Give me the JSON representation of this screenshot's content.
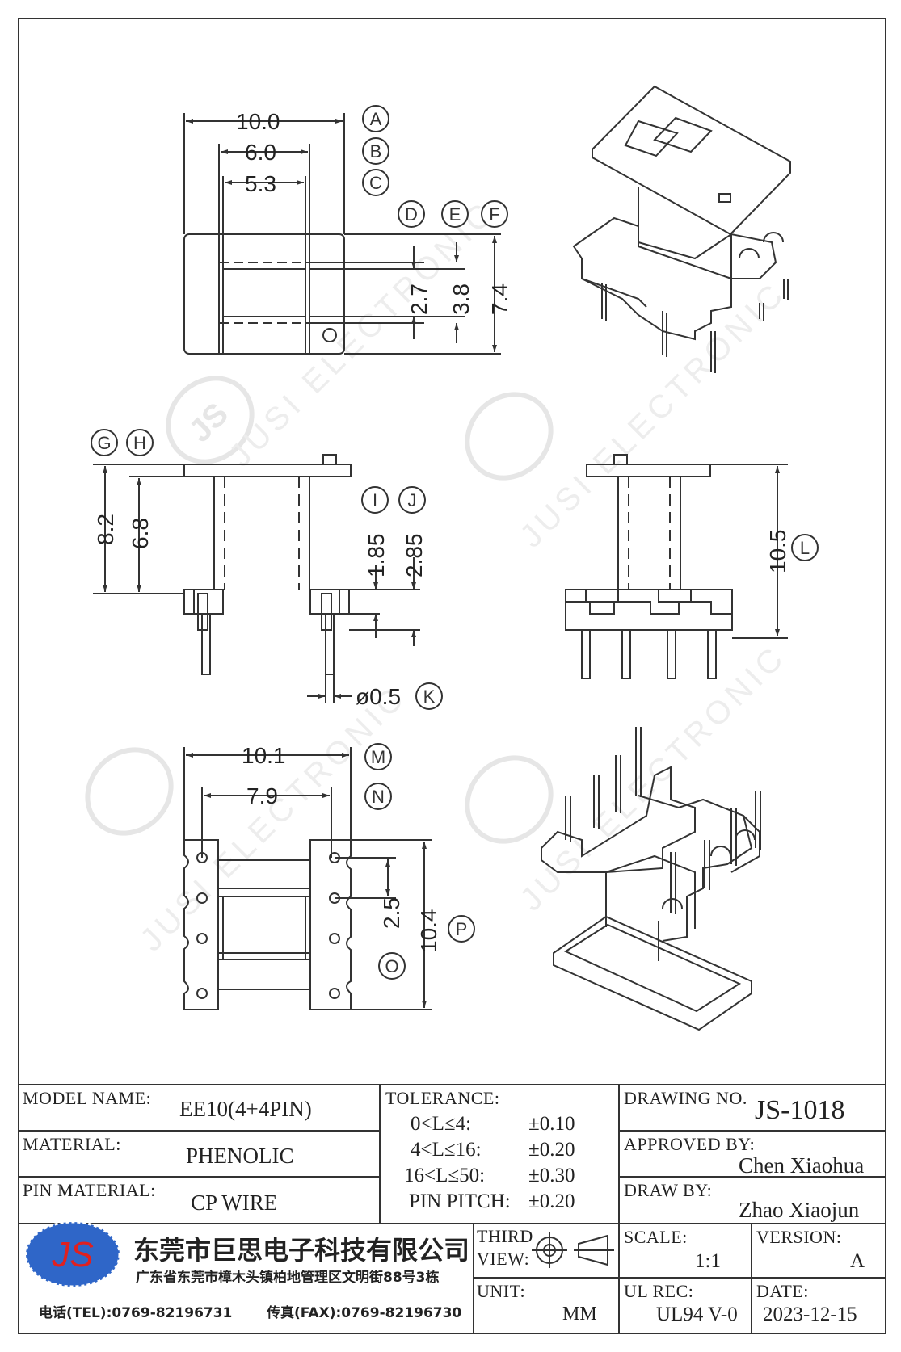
{
  "callouts": {
    "A": "A",
    "B": "B",
    "C": "C",
    "D": "D",
    "E": "E",
    "F": "F",
    "G": "G",
    "H": "H",
    "I": "I",
    "J": "J",
    "K": "K",
    "L": "L",
    "M": "M",
    "N": "N",
    "O": "O",
    "P": "P"
  },
  "dims": {
    "top_a": "10.0",
    "top_b": "6.0",
    "top_c": "5.3",
    "top_d": "2.7",
    "top_e": "3.8",
    "top_f": "7.4",
    "side_g": "8.2",
    "side_h": "6.8",
    "side_i": "1.85",
    "side_j": "2.85",
    "side_k": "ø0.5",
    "front_l": "10.5",
    "bot_m": "10.1",
    "bot_n": "7.9",
    "bot_o": "2.5",
    "bot_p": "10.4"
  },
  "watermark": {
    "mark": "JS",
    "text": "JUSI ELECTRONIC"
  },
  "title_block": {
    "model_label": "MODEL NAME:",
    "model_value": "EE10(4+4PIN)",
    "material_label": "MATERIAL:",
    "material_value": "PHENOLIC",
    "pin_material_label": "PIN MATERIAL:",
    "pin_material_value": "CP WIRE",
    "tolerance_label": "TOLERANCE:",
    "tolerances": [
      {
        "range": "0<L≤4:",
        "value": "±0.10"
      },
      {
        "range": "4<L≤16:",
        "value": "±0.20"
      },
      {
        "range": "16<L≤50:",
        "value": "±0.30"
      },
      {
        "range": "PIN PITCH:",
        "value": "±0.20"
      }
    ],
    "drawing_no_label": "DRAWING NO.",
    "drawing_no_value": "JS-1018",
    "approved_label": "APPROVED BY:",
    "approved_value": "Chen Xiaohua",
    "draw_label": "DRAW BY:",
    "draw_value": "Zhao Xiaojun",
    "company_logo": "JS",
    "company_name": "东莞市巨思电子科技有限公司",
    "company_address": "广东省东莞市樟木头镇柏地管理区文明街88号3栋",
    "tel": "电话(TEL):0769-82196731",
    "fax": "传真(FAX):0769-82196730",
    "third_view_line1": "THIRD",
    "third_view_line2": "VIEW:",
    "unit_label": "UNIT:",
    "unit_value": "MM",
    "scale_label": "SCALE:",
    "scale_value": "1:1",
    "version_label": "VERSION:",
    "version_value": "A",
    "ul_label": "UL REC:",
    "ul_value": "UL94 V-0",
    "date_label": "DATE:",
    "date_value": "2023-12-15"
  },
  "colors": {
    "line": "#333333",
    "logo_blue": "#2f66c8",
    "logo_text": "#e02020",
    "watermark": "#e8e8e8"
  }
}
